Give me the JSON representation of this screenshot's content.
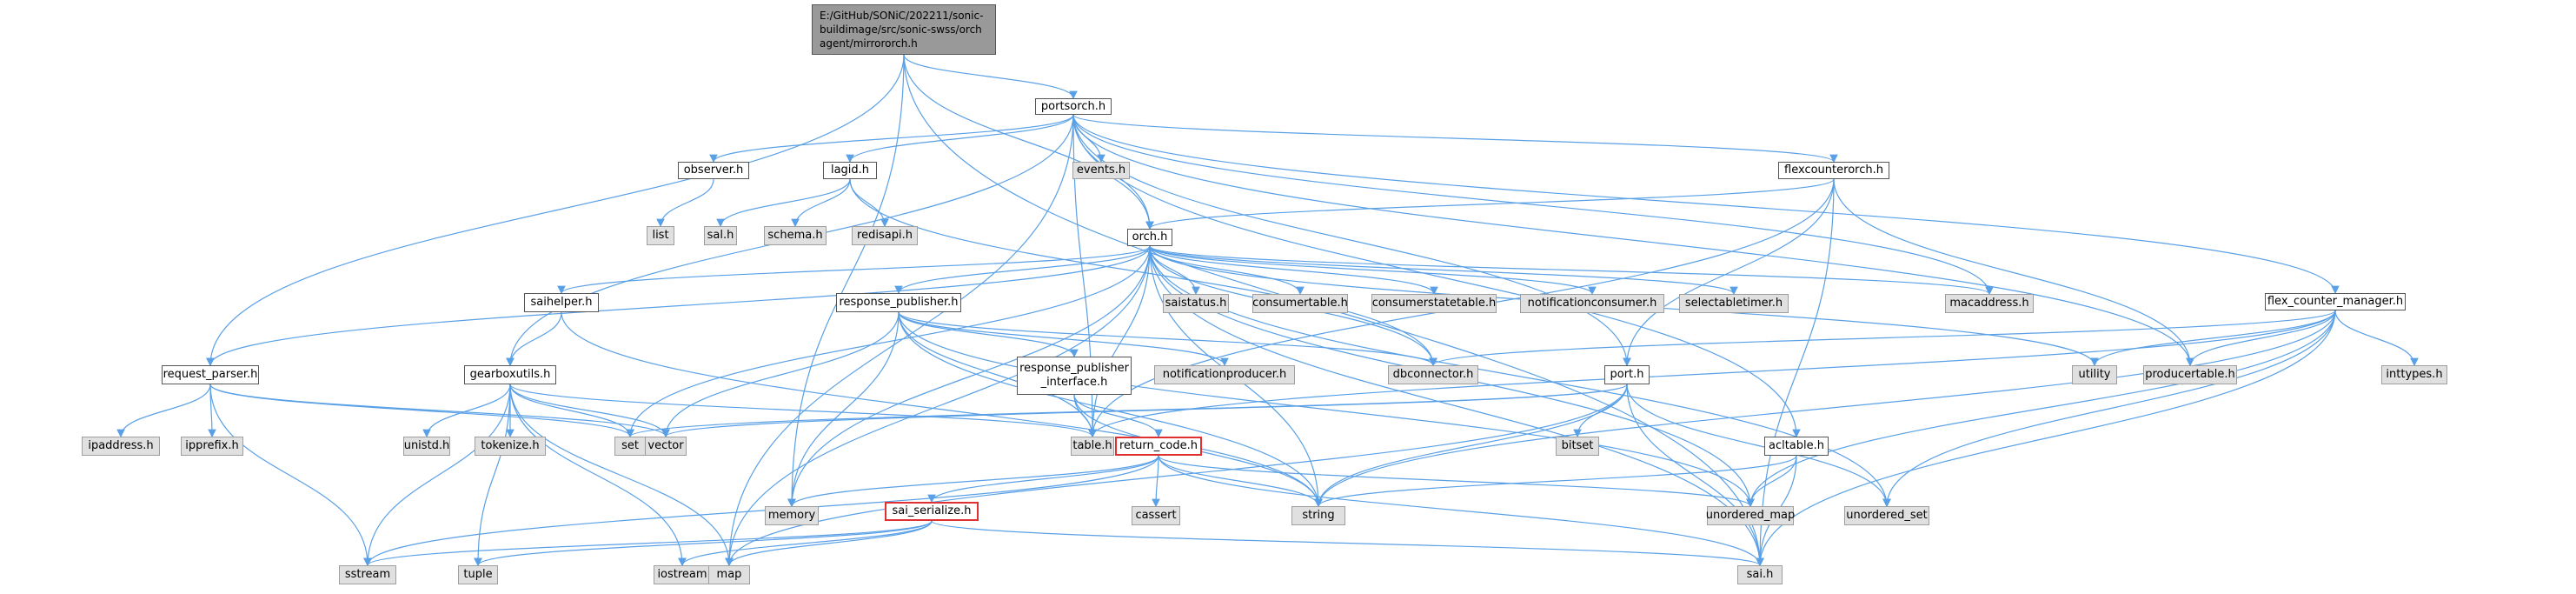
{
  "graph": {
    "edge_color": "#5aa0e6",
    "root": {
      "id": "root",
      "label": "E:/GitHub/SONiC/202211/sonic-buildimage/src/sonic-swss/orchagent/mirrororch.h",
      "style": "root"
    },
    "nodes": [
      {
        "id": "portsorch",
        "label": "portsorch.h",
        "style": "dep"
      },
      {
        "id": "observer",
        "label": "observer.h",
        "style": "dep"
      },
      {
        "id": "lagid",
        "label": "lagid.h",
        "style": "dep"
      },
      {
        "id": "events",
        "label": "events.h",
        "style": "sys"
      },
      {
        "id": "flexcounterorch",
        "label": "flexcounterorch.h",
        "style": "dep"
      },
      {
        "id": "list",
        "label": "list",
        "style": "sys"
      },
      {
        "id": "sal",
        "label": "sal.h",
        "style": "sys"
      },
      {
        "id": "schema",
        "label": "schema.h",
        "style": "sys"
      },
      {
        "id": "redisapi",
        "label": "redisapi.h",
        "style": "sys"
      },
      {
        "id": "orch",
        "label": "orch.h",
        "style": "dep"
      },
      {
        "id": "flex_counter_manager",
        "label": "flex_counter_manager.h",
        "style": "dep"
      },
      {
        "id": "saihelper",
        "label": "saihelper.h",
        "style": "dep"
      },
      {
        "id": "response_publisher",
        "label": "response_publisher.h",
        "style": "dep"
      },
      {
        "id": "saistatus",
        "label": "saistatus.h",
        "style": "sys"
      },
      {
        "id": "consumertable",
        "label": "consumertable.h",
        "style": "sys"
      },
      {
        "id": "consumerstatetable",
        "label": "consumerstatetable.h",
        "style": "sys"
      },
      {
        "id": "notificationconsumer",
        "label": "notificationconsumer.h",
        "style": "sys"
      },
      {
        "id": "selectabletimer",
        "label": "selectabletimer.h",
        "style": "sys"
      },
      {
        "id": "macaddress",
        "label": "macaddress.h",
        "style": "sys"
      },
      {
        "id": "request_parser",
        "label": "request_parser.h",
        "style": "dep"
      },
      {
        "id": "gearboxutils",
        "label": "gearboxutils.h",
        "style": "dep"
      },
      {
        "id": "response_publisher_interface",
        "label": "response_publisher\n_interface.h",
        "style": "dep"
      },
      {
        "id": "notificationproducer",
        "label": "notificationproducer.h",
        "style": "sys"
      },
      {
        "id": "dbconnector",
        "label": "dbconnector.h",
        "style": "sys"
      },
      {
        "id": "port",
        "label": "port.h",
        "style": "dep"
      },
      {
        "id": "utility",
        "label": "utility",
        "style": "sys"
      },
      {
        "id": "producertable",
        "label": "producertable.h",
        "style": "sys"
      },
      {
        "id": "inttypes",
        "label": "inttypes.h",
        "style": "sys"
      },
      {
        "id": "ipaddress",
        "label": "ipaddress.h",
        "style": "sys"
      },
      {
        "id": "ipprefix",
        "label": "ipprefix.h",
        "style": "sys"
      },
      {
        "id": "unistd",
        "label": "unistd.h",
        "style": "sys"
      },
      {
        "id": "tokenize",
        "label": "tokenize.h",
        "style": "sys"
      },
      {
        "id": "set",
        "label": "set",
        "style": "sys"
      },
      {
        "id": "vector",
        "label": "vector",
        "style": "sys"
      },
      {
        "id": "table",
        "label": "table.h",
        "style": "sys"
      },
      {
        "id": "return_code",
        "label": "return_code.h",
        "style": "warn"
      },
      {
        "id": "bitset",
        "label": "bitset",
        "style": "sys"
      },
      {
        "id": "acltable",
        "label": "acltable.h",
        "style": "dep"
      },
      {
        "id": "memory",
        "label": "memory",
        "style": "sys"
      },
      {
        "id": "cassert",
        "label": "cassert",
        "style": "sys"
      },
      {
        "id": "string",
        "label": "string",
        "style": "sys"
      },
      {
        "id": "unordered_map",
        "label": "unordered_map",
        "style": "sys"
      },
      {
        "id": "unordered_set",
        "label": "unordered_set",
        "style": "sys"
      },
      {
        "id": "sai_serialize",
        "label": "sai_serialize.h",
        "style": "warn"
      },
      {
        "id": "sstream",
        "label": "sstream",
        "style": "sys"
      },
      {
        "id": "tuple",
        "label": "tuple",
        "style": "sys"
      },
      {
        "id": "iostream",
        "label": "iostream",
        "style": "sys"
      },
      {
        "id": "map",
        "label": "map",
        "style": "sys"
      },
      {
        "id": "sai",
        "label": "sai.h",
        "style": "sys"
      }
    ],
    "edges": [
      [
        "root",
        "portsorch"
      ],
      [
        "root",
        "orch"
      ],
      [
        "root",
        "request_parser"
      ],
      [
        "root",
        "memory"
      ],
      [
        "root",
        "sai"
      ],
      [
        "portsorch",
        "observer"
      ],
      [
        "portsorch",
        "lagid"
      ],
      [
        "portsorch",
        "events"
      ],
      [
        "portsorch",
        "flexcounterorch"
      ],
      [
        "portsorch",
        "orch"
      ],
      [
        "portsorch",
        "flex_counter_manager"
      ],
      [
        "portsorch",
        "gearboxutils"
      ],
      [
        "portsorch",
        "macaddress"
      ],
      [
        "portsorch",
        "producertable"
      ],
      [
        "portsorch",
        "acltable"
      ],
      [
        "portsorch",
        "map"
      ],
      [
        "portsorch",
        "table"
      ],
      [
        "portsorch",
        "port"
      ],
      [
        "observer",
        "list"
      ],
      [
        "lagid",
        "sal"
      ],
      [
        "lagid",
        "schema"
      ],
      [
        "lagid",
        "redisapi"
      ],
      [
        "lagid",
        "dbconnector"
      ],
      [
        "flexcounterorch",
        "orch"
      ],
      [
        "flexcounterorch",
        "port"
      ],
      [
        "flexcounterorch",
        "producertable"
      ],
      [
        "flexcounterorch",
        "sai"
      ],
      [
        "flexcounterorch",
        "table"
      ],
      [
        "orch",
        "saihelper"
      ],
      [
        "orch",
        "response_publisher"
      ],
      [
        "orch",
        "saistatus"
      ],
      [
        "orch",
        "consumertable"
      ],
      [
        "orch",
        "consumerstatetable"
      ],
      [
        "orch",
        "notificationconsumer"
      ],
      [
        "orch",
        "selectabletimer"
      ],
      [
        "orch",
        "macaddress"
      ],
      [
        "orch",
        "request_parser"
      ],
      [
        "orch",
        "set"
      ],
      [
        "orch",
        "map"
      ],
      [
        "orch",
        "memory"
      ],
      [
        "orch",
        "dbconnector"
      ],
      [
        "orch",
        "utility"
      ],
      [
        "orch",
        "unordered_map"
      ],
      [
        "orch",
        "unordered_set"
      ],
      [
        "orch",
        "table"
      ],
      [
        "orch",
        "sai"
      ],
      [
        "orch",
        "string"
      ],
      [
        "flex_counter_manager",
        "dbconnector"
      ],
      [
        "flex_counter_manager",
        "utility"
      ],
      [
        "flex_counter_manager",
        "producertable"
      ],
      [
        "flex_counter_manager",
        "inttypes"
      ],
      [
        "flex_counter_manager",
        "table"
      ],
      [
        "flex_counter_manager",
        "string"
      ],
      [
        "flex_counter_manager",
        "unordered_map"
      ],
      [
        "flex_counter_manager",
        "unordered_set"
      ],
      [
        "flex_counter_manager",
        "sai"
      ],
      [
        "saihelper",
        "gearboxutils"
      ],
      [
        "saihelper",
        "string"
      ],
      [
        "response_publisher",
        "response_publisher_interface"
      ],
      [
        "response_publisher",
        "notificationproducer"
      ],
      [
        "response_publisher",
        "dbconnector"
      ],
      [
        "response_publisher",
        "table"
      ],
      [
        "response_publisher",
        "memory"
      ],
      [
        "response_publisher",
        "vector"
      ],
      [
        "response_publisher",
        "string"
      ],
      [
        "response_publisher",
        "unordered_map"
      ],
      [
        "request_parser",
        "ipaddress"
      ],
      [
        "request_parser",
        "ipprefix"
      ],
      [
        "request_parser",
        "set"
      ],
      [
        "request_parser",
        "vector"
      ],
      [
        "request_parser",
        "sstream"
      ],
      [
        "gearboxutils",
        "unistd"
      ],
      [
        "gearboxutils",
        "tokenize"
      ],
      [
        "gearboxutils",
        "set"
      ],
      [
        "gearboxutils",
        "vector"
      ],
      [
        "gearboxutils",
        "table"
      ],
      [
        "gearboxutils",
        "sstream"
      ],
      [
        "gearboxutils",
        "tuple"
      ],
      [
        "gearboxutils",
        "iostream"
      ],
      [
        "gearboxutils",
        "map"
      ],
      [
        "response_publisher_interface",
        "table"
      ],
      [
        "response_publisher_interface",
        "return_code"
      ],
      [
        "response_publisher_interface",
        "string"
      ],
      [
        "port",
        "set"
      ],
      [
        "port",
        "vector"
      ],
      [
        "port",
        "bitset"
      ],
      [
        "port",
        "string"
      ],
      [
        "port",
        "unordered_set"
      ],
      [
        "port",
        "map"
      ],
      [
        "port",
        "sai"
      ],
      [
        "return_code",
        "memory"
      ],
      [
        "return_code",
        "cassert"
      ],
      [
        "return_code",
        "string"
      ],
      [
        "return_code",
        "unordered_map"
      ],
      [
        "return_code",
        "sai_serialize"
      ],
      [
        "return_code",
        "sstream"
      ],
      [
        "return_code",
        "sai"
      ],
      [
        "acltable",
        "string"
      ],
      [
        "acltable",
        "unordered_map"
      ],
      [
        "acltable",
        "sai"
      ],
      [
        "sai_serialize",
        "sstream"
      ],
      [
        "sai_serialize",
        "tuple"
      ],
      [
        "sai_serialize",
        "iostream"
      ],
      [
        "sai_serialize",
        "map"
      ],
      [
        "sai_serialize",
        "sai"
      ]
    ]
  }
}
